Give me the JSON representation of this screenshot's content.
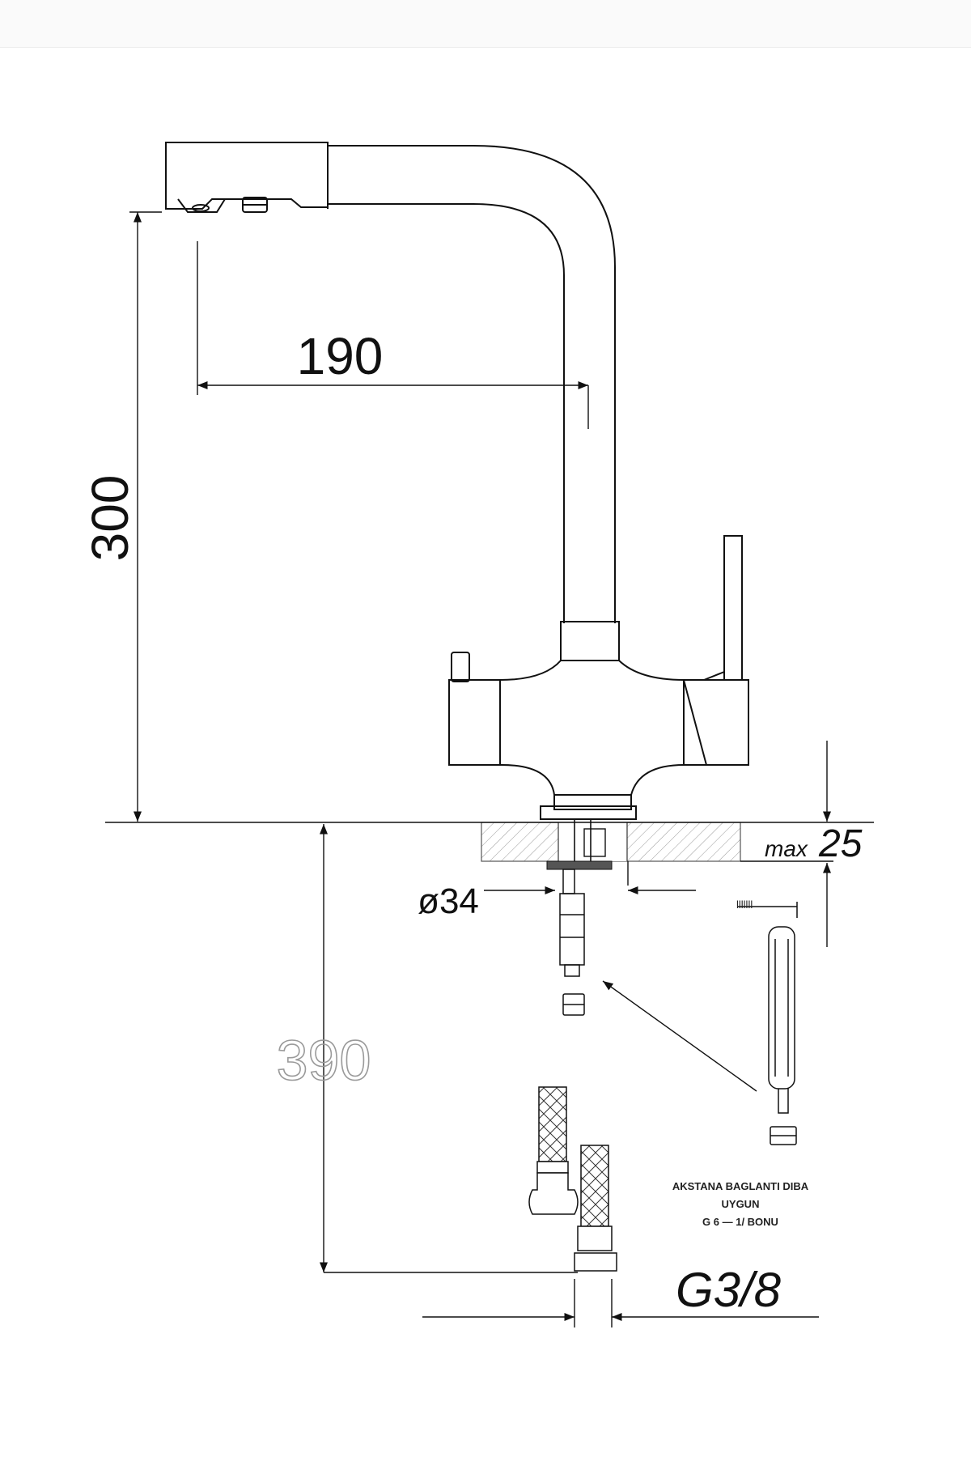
{
  "diagram": {
    "dimensions": {
      "height_to_spout": "300",
      "spout_reach": "190",
      "hose_length": "390",
      "hole_diameter": "ø34",
      "countertop_max_prefix": "max",
      "countertop_max_value": "25",
      "thread": "G3/8"
    },
    "note": {
      "line1": "AKSTANA BAGLANTI DIBA",
      "line2": "UYGUN",
      "line3": "G 6 — 1/ BONU"
    },
    "small_label": "lllllll",
    "colors": {
      "line": "#111111",
      "grey_text": "#9a9a9a",
      "hatch": "#9a9a9a",
      "background": "#ffffff"
    }
  }
}
